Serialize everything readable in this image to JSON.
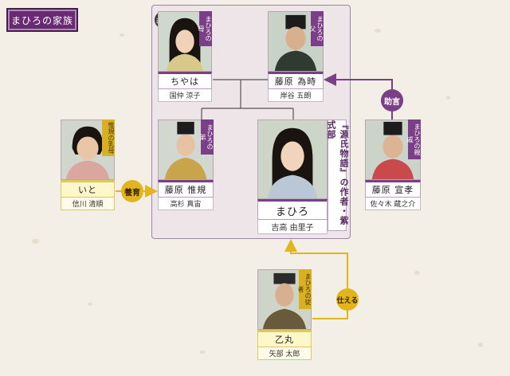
{
  "title": "まひろの家族",
  "deceased_label": "故人",
  "work_label": "『源氏物語』の作者・紫式部",
  "relations": {
    "advice": "助言",
    "foster": "養育",
    "serve": "仕える"
  },
  "people": {
    "chiyaha": {
      "role": "まひろの母",
      "name": "ちやは",
      "actor": "国仲 涼子"
    },
    "tametoki": {
      "role": "まひろの父",
      "name": "藤原 為時",
      "actor": "岸谷 五朗"
    },
    "nobunori": {
      "role": "まひろの弟",
      "name": "藤原 惟規",
      "actor": "高杉 真宙"
    },
    "mahiro": {
      "name": "まひろ",
      "actor": "吉高 由里子"
    },
    "ito": {
      "role": "惟規の乳母",
      "name": "いと",
      "actor": "信川 清順"
    },
    "nobutaka": {
      "role": "まひろの親戚",
      "name": "藤原 宣孝",
      "actor": "佐々木 蔵之介"
    },
    "otomaru": {
      "role": "まひろの従者",
      "name": "乙丸",
      "actor": "矢部 太郎"
    }
  },
  "colors": {
    "purple": "#7a3f86",
    "gold": "#e3b51c",
    "frame": "#9c86a3",
    "background": "#f4efe6"
  }
}
